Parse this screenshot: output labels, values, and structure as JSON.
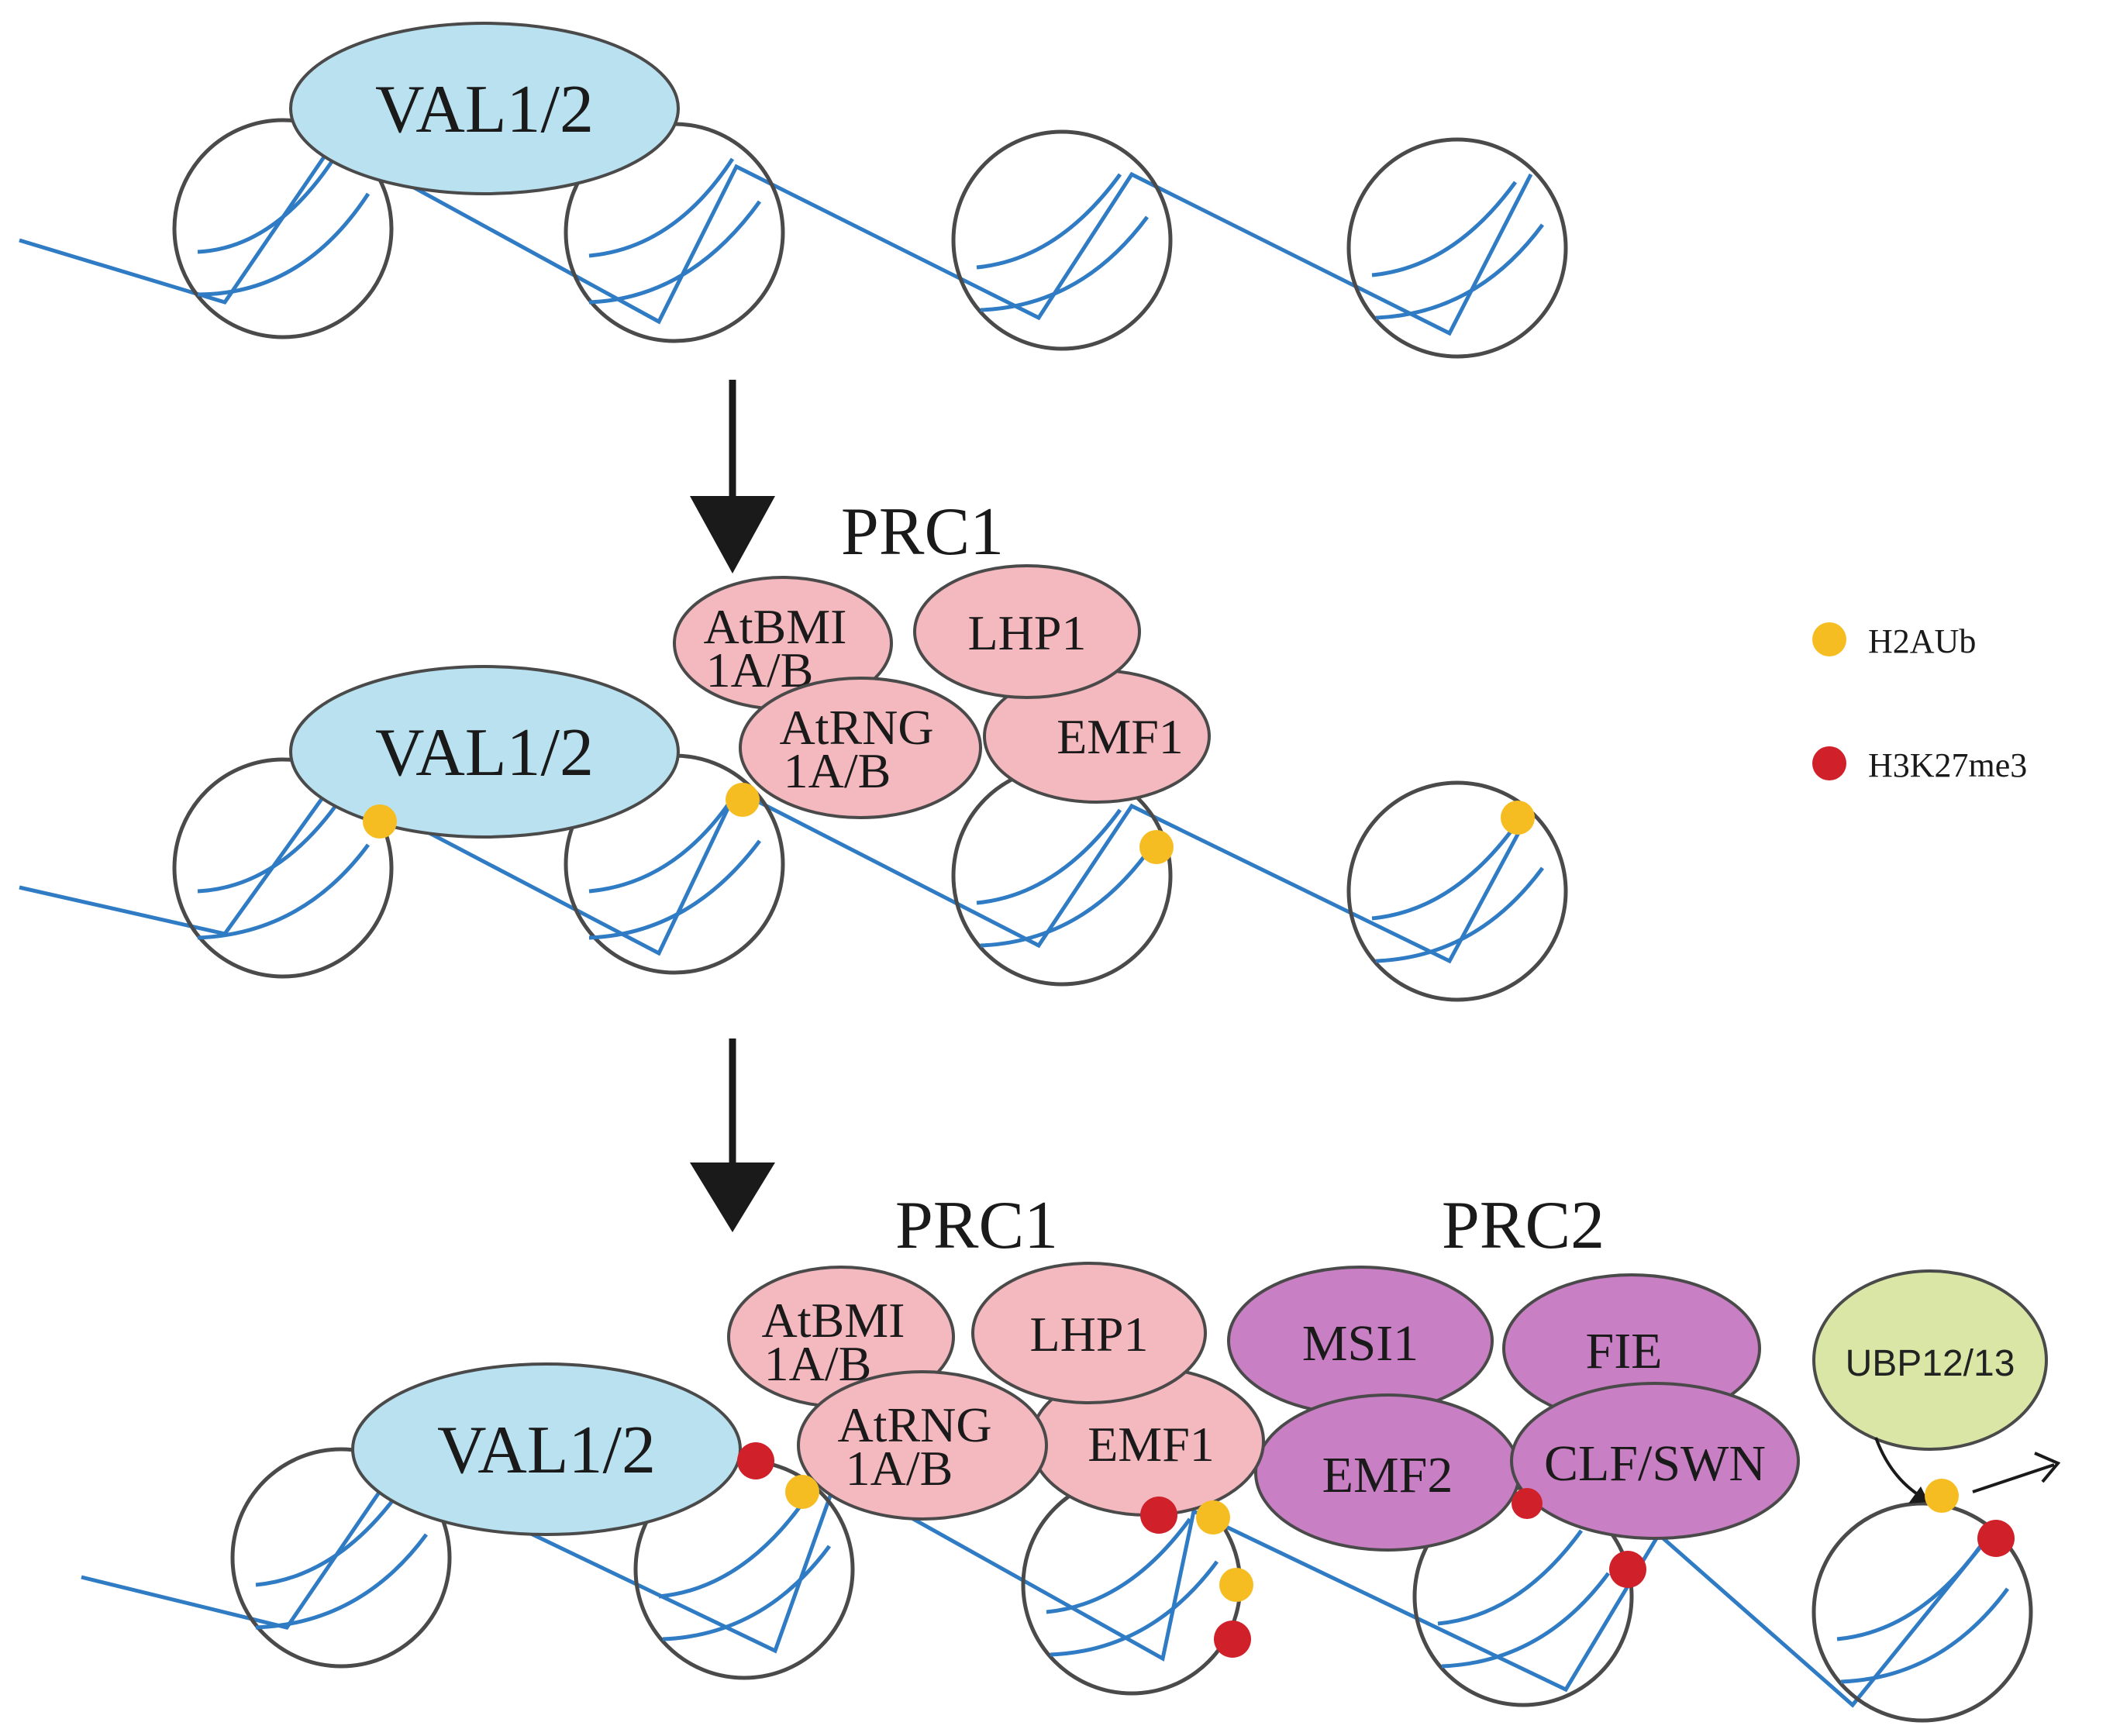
{
  "colors": {
    "dna": "#2f7bc4",
    "nucleosome_stroke": "#4a4a4a",
    "val": "#b9e1f0",
    "prc1": "#f4b8bf",
    "prc2": "#c97fc3",
    "ubp": "#d9e6a6",
    "h2aub": "#f6bd23",
    "h3k27me3": "#d0202a",
    "arrow": "#1a1a1a"
  },
  "panel1": {
    "val": "VAL1/2"
  },
  "panel2": {
    "val": "VAL1/2",
    "prc1_title": "PRC1",
    "atbmi": [
      "AtBMI",
      "1A/B"
    ],
    "lhp1": "LHP1",
    "atrng": [
      "AtRNG",
      "1A/B"
    ],
    "emf1": "EMF1"
  },
  "panel3": {
    "val": "VAL1/2",
    "prc1_title": "PRC1",
    "prc2_title": "PRC2",
    "atbmi": [
      "AtBMI",
      "1A/B"
    ],
    "lhp1": "LHP1",
    "atrng": [
      "AtRNG",
      "1A/B"
    ],
    "emf1": "EMF1",
    "msi1": "MSI1",
    "fie": "FIE",
    "emf2": "EMF2",
    "clf_swn": "CLF/SWN",
    "ubp": "UBP12/13"
  },
  "legend": {
    "items": [
      {
        "label": "H2AUb",
        "color": "#f6bd23"
      },
      {
        "label": "H3K27me3",
        "color": "#d0202a"
      }
    ]
  }
}
